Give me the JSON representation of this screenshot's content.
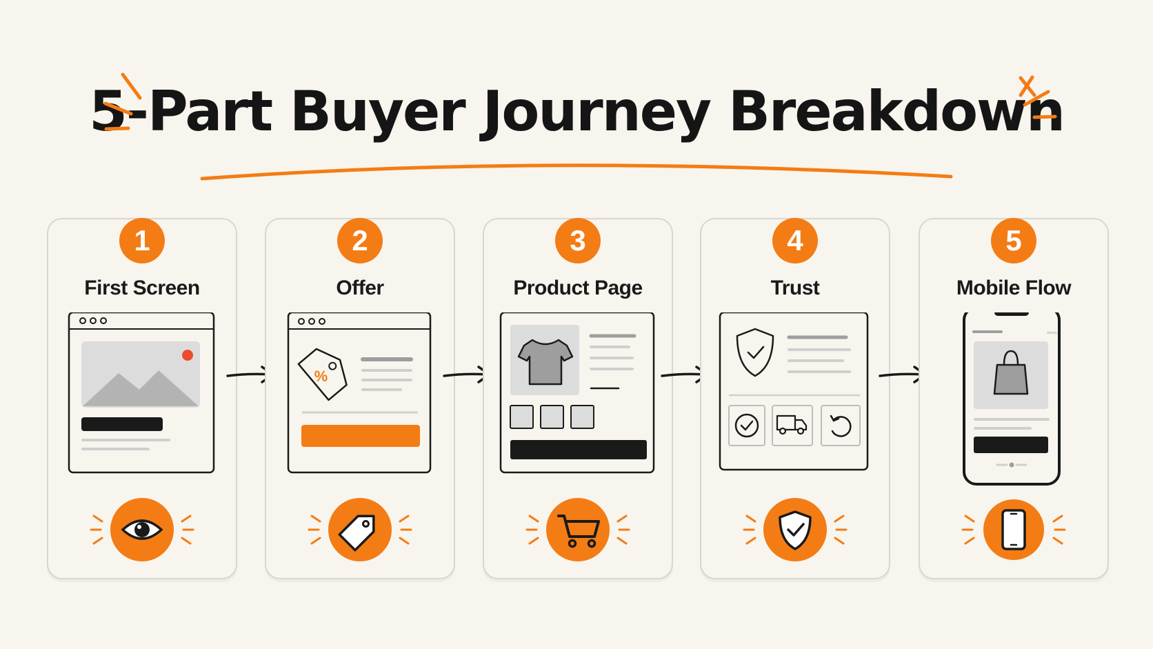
{
  "title": "5-Part Buyer Journey Breakdown",
  "colors": {
    "accent": "#f47c14",
    "ink": "#1a1a1a",
    "gray": "#c9c9c9",
    "background": "#f8f5ee"
  },
  "steps": [
    {
      "number": "1",
      "label": "First Screen",
      "icon": "eye-icon"
    },
    {
      "number": "2",
      "label": "Offer",
      "icon": "tag-icon"
    },
    {
      "number": "3",
      "label": "Product Page",
      "icon": "shopping-cart-icon"
    },
    {
      "number": "4",
      "label": "Trust",
      "icon": "shield-check-icon"
    },
    {
      "number": "5",
      "label": "Mobile Flow",
      "icon": "smartphone-icon"
    }
  ],
  "mobile_header_text": "Jersey"
}
